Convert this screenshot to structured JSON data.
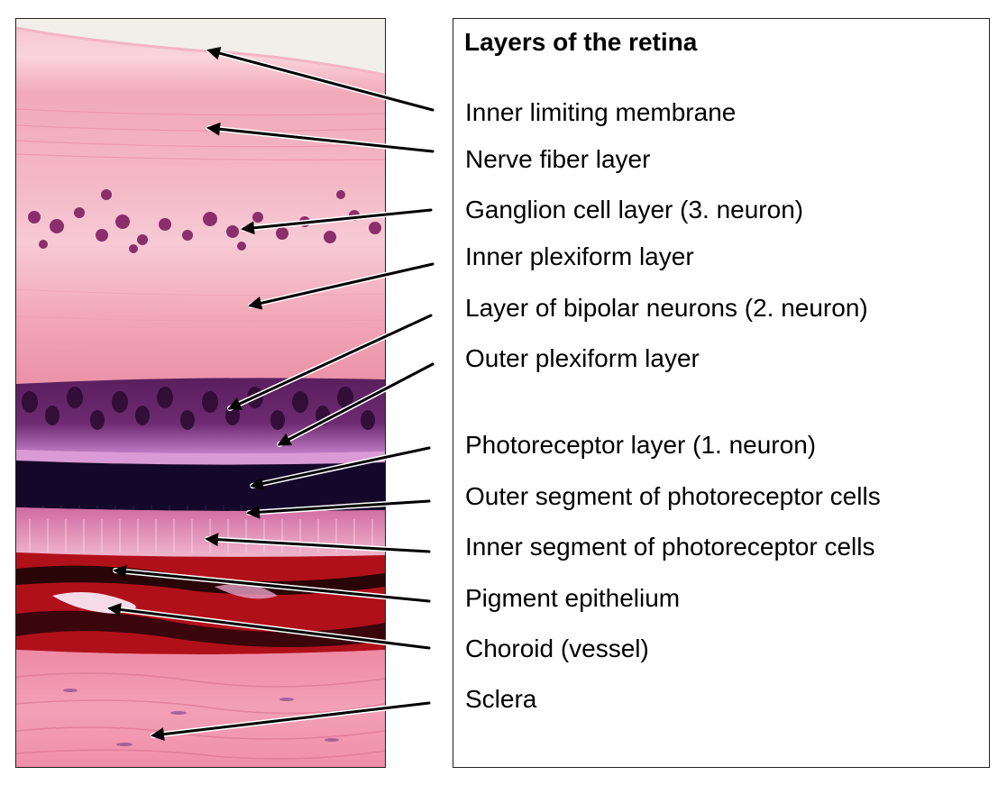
{
  "title": "Layers of the retina",
  "layers": [
    {
      "label": "Inner limiting membrane"
    },
    {
      "label": "Nerve fiber layer"
    },
    {
      "label": "Ganglion cell layer (3. neuron)"
    },
    {
      "label": "Inner plexiform layer"
    },
    {
      "label": "Layer of bipolar neurons (2. neuron)"
    },
    {
      "label": "Outer plexiform layer"
    },
    {
      "label": "Photoreceptor layer (1. neuron)"
    },
    {
      "label": "Outer segment of photoreceptor cells"
    },
    {
      "label": "Inner segment of photoreceptor cells"
    },
    {
      "label": "Pigment epithelium"
    },
    {
      "label": "Choroid (vessel)"
    },
    {
      "label": "Sclera"
    }
  ],
  "colors": {
    "stain_pink": "#f2a3b6",
    "stain_light": "#f8cdd8",
    "nuclei_purple": "#4a1a4e",
    "photoreceptor_dark": "#14082a",
    "pigment_red": "#b0101a",
    "pigment_dark": "#2a0508",
    "arrow_black": "#000000"
  }
}
